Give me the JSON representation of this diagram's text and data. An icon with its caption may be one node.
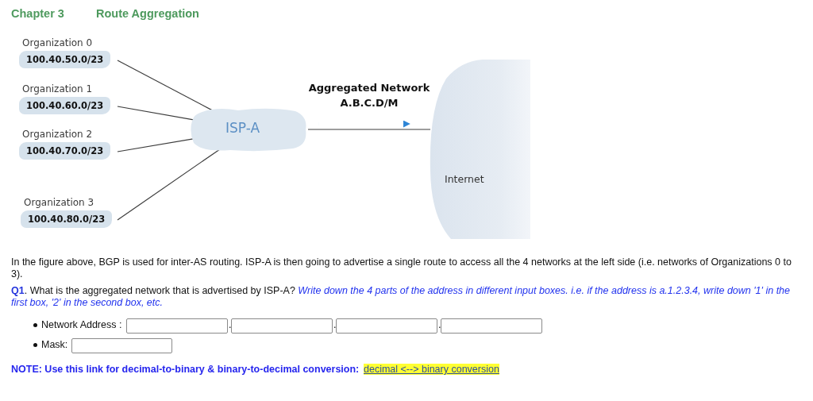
{
  "diagram": {
    "title": "Route Aggregation",
    "nodes": [
      {
        "text": [
          "Organization 0",
          "100.40.50.0/23"
        ]
      },
      {
        "text": [
          "Organization 1",
          "100.40.60.0/23"
        ]
      },
      {
        "text": [
          "Organization 2",
          "100.40.70.0/23"
        ]
      },
      {
        "text": [
          "Organization 3",
          "100.40.80.0/23"
        ]
      },
      {
        "text": [
          "ISP-A"
        ]
      },
      {
        "text": [
          "Internet"
        ]
      }
    ],
    "edges": [
      {
        "from": 0,
        "to": 4,
        "arrow": "none"
      },
      {
        "from": 1,
        "to": 4,
        "arrow": "none"
      },
      {
        "from": 2,
        "to": 4,
        "arrow": "none"
      },
      {
        "from": 3,
        "to": 4,
        "arrow": "none"
      },
      {
        "from": 4,
        "to": 5,
        "arrow": "none",
        "label": "Aggregated Network A.B.C.D/M"
      }
    ],
    "labels": [
      "Chapter 3",
      "In the figure above, BGP is used for inter-AS routing. ISP-A is then going to advertise a single route to access all the 4 networks at the left side (i.e. networks of Organizations 0 to 3).",
      "**Q1**. What is the aggregated network that is advertised by ISP-A? *Write down the 4 parts of the address in different input boxes. i.e. if the address is a.1.2.3.4, write down '1' in the first box, '2' in the second box, etc.*",
      "Network Address :",
      ".",
      ".",
      ".",
      "Mask:",
      "NOTE: Use this link for decimal-to-binary & binary-to-decimal conversion:",
      "decimal <--> binary conversion"
    ]
  }
}
